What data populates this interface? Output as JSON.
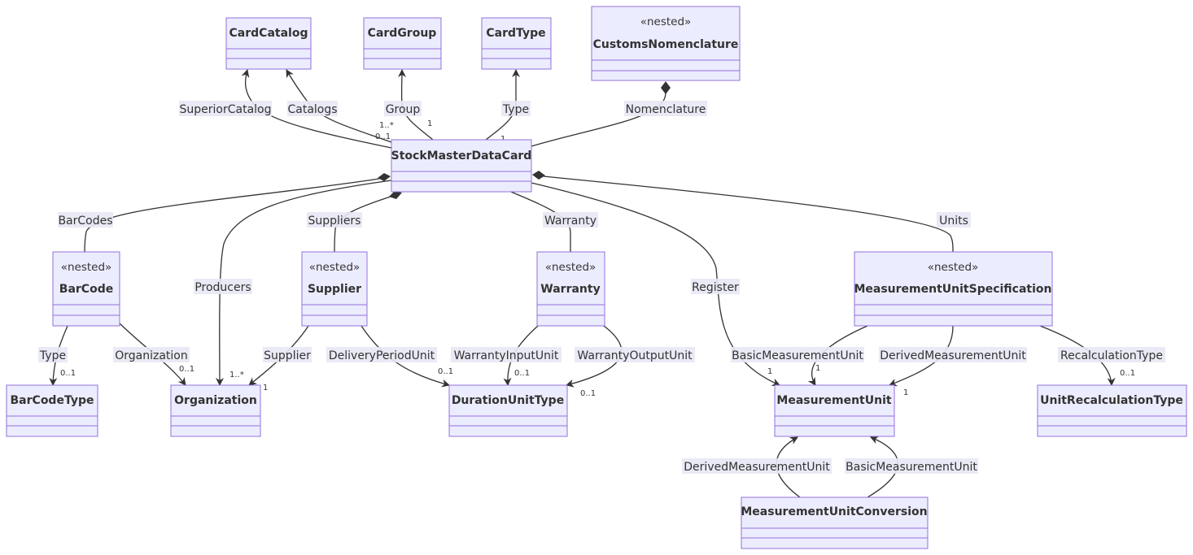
{
  "classes": {
    "card_catalog": "CardCatalog",
    "card_group": "CardGroup",
    "card_type": "CardType",
    "customs_nomenclature": "CustomsNomenclature",
    "stock_master_data_card": "StockMasterDataCard",
    "bar_code": "BarCode",
    "supplier": "Supplier",
    "warranty": "Warranty",
    "measurement_unit_specification": "MeasurementUnitSpecification",
    "bar_code_type": "BarCodeType",
    "organization": "Organization",
    "duration_unit_type": "DurationUnitType",
    "measurement_unit": "MeasurementUnit",
    "unit_recalculation_type": "UnitRecalculationType",
    "measurement_unit_conversion": "MeasurementUnitConversion"
  },
  "stereotypes": {
    "nested": "«nested»"
  },
  "relations": {
    "superior_catalog": "SuperiorCatalog",
    "catalogs": "Catalogs",
    "group": "Group",
    "type": "Type",
    "nomenclature": "Nomenclature",
    "bar_codes": "BarCodes",
    "producers": "Producers",
    "suppliers": "Suppliers",
    "warranty": "Warranty",
    "register": "Register",
    "units": "Units",
    "barcode_type": "Type",
    "barcode_organization": "Organization",
    "supplier_supplier": "Supplier",
    "delivery_period_unit": "DeliveryPeriodUnit",
    "warranty_input_unit": "WarrantyInputUnit",
    "warranty_output_unit": "WarrantyOutputUnit",
    "basic_measurement_unit": "BasicMeasurementUnit",
    "derived_measurement_unit": "DerivedMeasurementUnit",
    "recalculation_type": "RecalculationType",
    "conv_derived_measurement_unit": "DerivedMeasurementUnit",
    "conv_basic_measurement_unit": "BasicMeasurementUnit"
  },
  "cardinalities": {
    "catalogs_many": "1..*",
    "catalogs_optional": "0..1",
    "group_one": "1",
    "type_one": "1",
    "barcode_type": "0..1",
    "barcode_organization": "0..1",
    "producers_many": "1..*",
    "supplier_one": "1",
    "delivery_period": "0..1",
    "warranty_input": "0..1",
    "warranty_output": "0..1",
    "register_one": "1",
    "basic_one": "1",
    "derived_one": "1",
    "recalculation": "0..1"
  }
}
